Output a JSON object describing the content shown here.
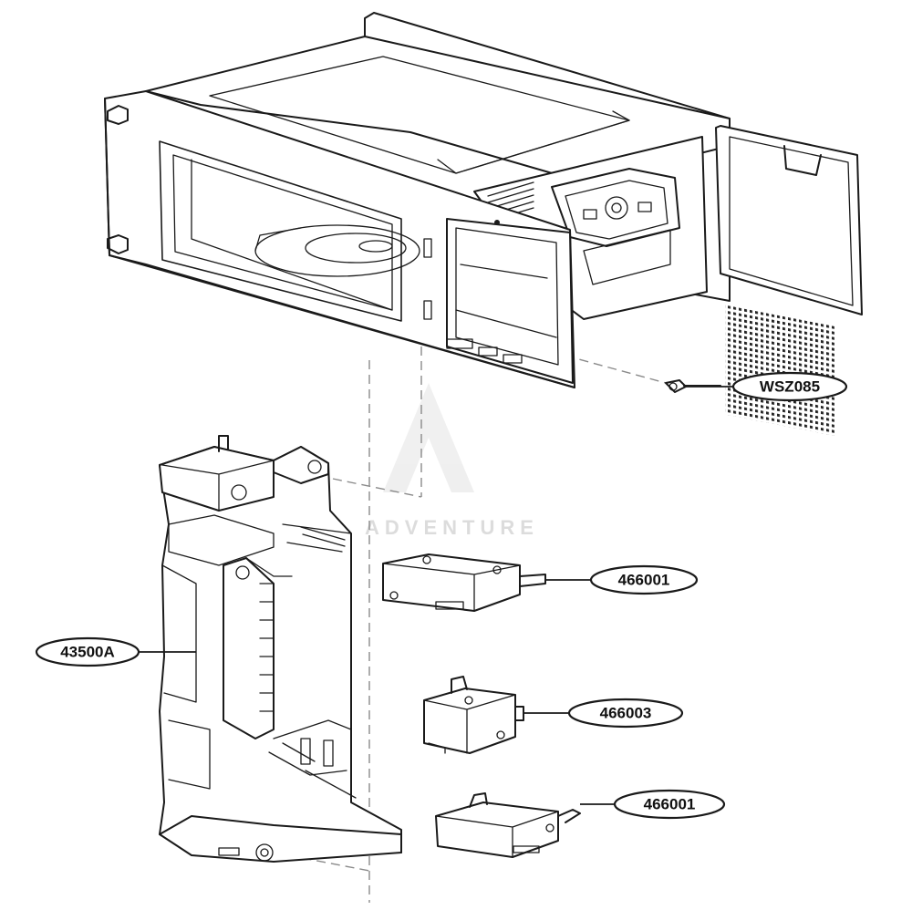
{
  "watermark": {
    "text": "ADVENTURE",
    "color": "#d9d9d9"
  },
  "callouts": [
    {
      "id": "wsz085",
      "label": "WSZ085"
    },
    {
      "id": "466001-top",
      "label": "466001"
    },
    {
      "id": "43500a",
      "label": "43500A"
    },
    {
      "id": "466003",
      "label": "466003"
    },
    {
      "id": "466001-bottom",
      "label": "466001"
    }
  ],
  "colors": {
    "line": "#1a1a1a",
    "dash": "#8a8a8a",
    "background": "#ffffff"
  }
}
